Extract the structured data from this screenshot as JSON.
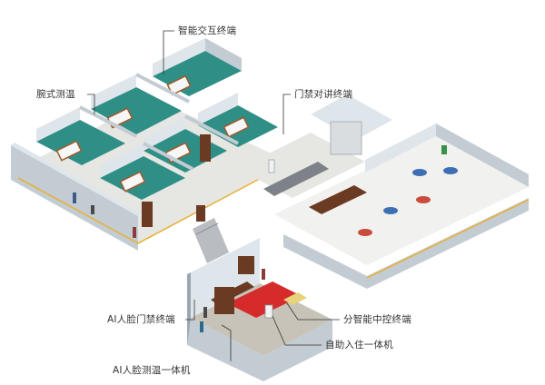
{
  "colors": {
    "wall_top": "#dfe6eb",
    "wall_side": "#c3ccd3",
    "wall_dark": "#9aa7b2",
    "floor_room": "#2f8f86",
    "floor_corridor": "#e6e6e2",
    "floor_lobby": "#c8c3b8",
    "floor_dining": "#f1f1ef",
    "carpet": "#d62b2b",
    "yellow_line": "#e6b23c",
    "furniture_wood": "#6b3a22",
    "bed_frame": "#a05a2c",
    "leader_line": "#333333",
    "label_text": "#333333"
  },
  "callouts": {
    "smart_terminal": "智能交互终端",
    "wrist_temp": "腕式测温",
    "door_intercom": "门禁对讲终端",
    "ai_face_access": "AI人脸门禁终端",
    "smart_control": "分智能中控终端",
    "self_checkin": "自助入住一体机",
    "ai_face_temp": "AI人脸测温一体机"
  }
}
